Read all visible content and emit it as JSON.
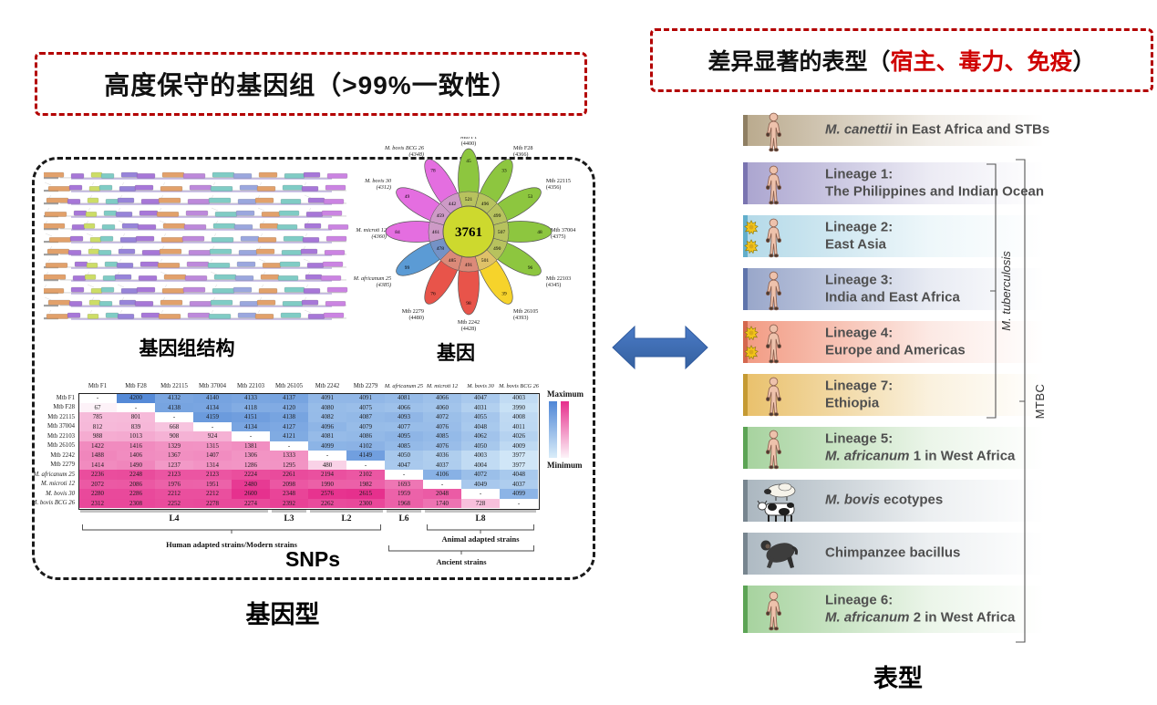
{
  "slide": {
    "left_box_title": "高度保守的基因组（>99%一致性）",
    "right_box_title_prefix": "差异显著的表型（",
    "right_box_title_red": "宿主、毒力、免疫",
    "right_box_title_suffix": "）",
    "genome_structure_label": "基因组结构",
    "gene_label": "基因",
    "snps_label": "SNPs",
    "genotype_label": "基因型",
    "phenotype_label": "表型",
    "accent_red": "#cf0000",
    "arrow_blue": "#3e6db5"
  },
  "flower": {
    "center_value": "3761",
    "petals": [
      {
        "name": "Mtb F1",
        "total": "(4400)",
        "unique": "45",
        "core": "521",
        "petal_color": "#8dc63f",
        "ring_color": "#b7c25e"
      },
      {
        "name": "Mtb F28",
        "total": "(4366)",
        "unique": "33",
        "core": "496",
        "petal_color": "#8dc63f",
        "ring_color": "#b7c25e"
      },
      {
        "name": "Mtb 22115",
        "total": "(4356)",
        "unique": "53",
        "core": "499",
        "petal_color": "#8dc63f",
        "ring_color": "#b7c25e"
      },
      {
        "name": "Mtb 37004",
        "total": "(4375)",
        "unique": "48",
        "core": "507",
        "petal_color": "#8dc63f",
        "ring_color": "#b7c25e"
      },
      {
        "name": "Mtb 22103",
        "total": "(4345)",
        "unique": "96",
        "core": "490",
        "petal_color": "#8dc63f",
        "ring_color": "#b7c25e"
      },
      {
        "name": "Mtb 26105",
        "total": "(4393)",
        "unique": "39",
        "core": "501",
        "petal_color": "#f6d32b",
        "ring_color": "#dfc169"
      },
      {
        "name": "Mtb 2242",
        "total": "(4428)",
        "unique": "98",
        "core": "491",
        "petal_color": "#e8544a",
        "ring_color": "#db8a79"
      },
      {
        "name": "Mtb 2279",
        "total": "(4480)",
        "unique": "76",
        "core": "485",
        "petal_color": "#e8544a",
        "ring_color": "#db8a79"
      },
      {
        "name": "M. africanum 25",
        "total": "(4385)",
        "unique": "99",
        "core": "478",
        "petal_color": "#5b9bd5",
        "ring_color": "#7492c6"
      },
      {
        "name": "M. microti 12",
        "total": "(4360)",
        "unique": "84",
        "core": "461",
        "petal_color": "#e46ee0",
        "ring_color": "#cd9ac6"
      },
      {
        "name": "M. bovis 30",
        "total": "(4312)",
        "unique": "49",
        "core": "459",
        "petal_color": "#e46ee0",
        "ring_color": "#cd9ac6"
      },
      {
        "name": "M. bovis BCG 26",
        "total": "(4348)",
        "unique": "78",
        "core": "442",
        "petal_color": "#e46ee0",
        "ring_color": "#cd9ac6"
      }
    ]
  },
  "snp_table": {
    "strains": [
      "Mtb F1",
      "Mtb F28",
      "Mtb 22115",
      "Mtb 37004",
      "Mtb 22103",
      "Mtb 26105",
      "Mtb 2242",
      "Mtb 2279",
      "M. africanum 25",
      "M. microti 12",
      "M. bovis 30",
      "M. bovis BCG 26"
    ],
    "matrix": [
      [
        null,
        4200,
        4132,
        4140,
        4133,
        4137,
        4091,
        4091,
        4081,
        4066,
        4047,
        4003
      ],
      [
        67,
        null,
        4138,
        4134,
        4118,
        4120,
        4080,
        4075,
        4066,
        4060,
        4031,
        3990
      ],
      [
        785,
        801,
        null,
        4159,
        4151,
        4138,
        4082,
        4087,
        4093,
        4072,
        4055,
        4008
      ],
      [
        812,
        839,
        668,
        null,
        4134,
        4127,
        4096,
        4079,
        4077,
        4076,
        4048,
        4011
      ],
      [
        988,
        1013,
        908,
        924,
        null,
        4121,
        4081,
        4086,
        4095,
        4085,
        4062,
        4026
      ],
      [
        1422,
        1416,
        1329,
        1315,
        1381,
        null,
        4099,
        4102,
        4085,
        4076,
        4050,
        4009
      ],
      [
        1488,
        1406,
        1367,
        1407,
        1306,
        1333,
        null,
        4149,
        4050,
        4036,
        4003,
        3977
      ],
      [
        1414,
        1490,
        1237,
        1314,
        1286,
        1295,
        480,
        null,
        4047,
        4037,
        4004,
        3977
      ],
      [
        2236,
        2248,
        2123,
        2123,
        2224,
        2261,
        2194,
        2102,
        null,
        4106,
        4072,
        4048
      ],
      [
        2072,
        2086,
        1976,
        1951,
        2480,
        2098,
        1990,
        1982,
        1693,
        null,
        4049,
        4037
      ],
      [
        2280,
        2286,
        2212,
        2212,
        2600,
        2348,
        2576,
        2615,
        1959,
        2048,
        null,
        4099
      ],
      [
        2312,
        2308,
        2252,
        2278,
        2274,
        2392,
        2262,
        2300,
        1968,
        1740,
        728,
        null
      ]
    ],
    "diagonal_symbol": "-",
    "legend_max": "Maximum",
    "legend_min": "Minimum",
    "groups": [
      {
        "label": "L4",
        "from": 0,
        "to": 4
      },
      {
        "label": "L3",
        "from": 5,
        "to": 5
      },
      {
        "label": "L2",
        "from": 6,
        "to": 7
      },
      {
        "label": "L6",
        "from": 8,
        "to": 8
      },
      {
        "label": "L8",
        "from": 9,
        "to": 11
      }
    ],
    "braces": [
      {
        "label": "Human adapted strains/Modern strains",
        "from": 0,
        "to": 7,
        "level": 1
      },
      {
        "label": "Animal adapted strains",
        "from": 9,
        "to": 11,
        "level": 1
      },
      {
        "label": "Ancient strains",
        "from": 8,
        "to": 11,
        "level": 2
      }
    ],
    "blue_scale": {
      "min": 3960,
      "max": 4210,
      "light": "#d9edf9",
      "dark": "#4f86d6"
    },
    "pink_scale": {
      "min": 40,
      "max": 2640,
      "light": "#fdf4f9",
      "dark": "#e62e8c"
    }
  },
  "lineages": {
    "bracket_inner_label": "M. tuberculosis",
    "bracket_outer_label": "MTBC",
    "rows": [
      {
        "icon": "human",
        "bursts": false,
        "strip": "#8f7f63",
        "fill": "#b9a98c",
        "lines": [
          [
            {
              "t": "M. canettii",
              "i": true
            },
            {
              "t": " in East Africa and STBs"
            }
          ]
        ]
      },
      {
        "icon": "human",
        "bursts": false,
        "strip": "#7a74b0",
        "fill": "#aaa4cf",
        "lines": [
          [
            {
              "t": "Lineage 1:"
            }
          ],
          [
            {
              "t": "The Philippines and Indian Ocean"
            }
          ]
        ]
      },
      {
        "icon": "human",
        "bursts": true,
        "strip": "#62aecb",
        "fill": "#b3d9e8",
        "lines": [
          [
            {
              "t": "Lineage 2:"
            }
          ],
          [
            {
              "t": "East Asia"
            }
          ]
        ]
      },
      {
        "icon": "human",
        "bursts": false,
        "strip": "#5f74ab",
        "fill": "#97a5c9",
        "lines": [
          [
            {
              "t": "Lineage 3:"
            }
          ],
          [
            {
              "t": "India and East Africa"
            }
          ]
        ]
      },
      {
        "icon": "human",
        "bursts": true,
        "strip": "#d4674e",
        "fill": "#f29a82",
        "lines": [
          [
            {
              "t": "Lineage 4:"
            }
          ],
          [
            {
              "t": "Europe and Americas"
            }
          ]
        ]
      },
      {
        "icon": "human",
        "bursts": false,
        "strip": "#c59a33",
        "fill": "#e9c06a",
        "lines": [
          [
            {
              "t": "Lineage 7:"
            }
          ],
          [
            {
              "t": "Ethiopia"
            }
          ]
        ]
      },
      {
        "icon": "human",
        "bursts": false,
        "strip": "#5ca455",
        "fill": "#a5d29d",
        "lines": [
          [
            {
              "t": "Lineage 5:"
            }
          ],
          [
            {
              "t": "M. africanum",
              "i": true
            },
            {
              "t": " 1 in West Africa"
            }
          ]
        ]
      },
      {
        "icon": "sheep-cow",
        "bursts": false,
        "strip": "#77858f",
        "fill": "#aab6bf",
        "lines": [
          [
            {
              "t": "M. bovis",
              "i": true
            },
            {
              "t": " ecotypes"
            }
          ]
        ]
      },
      {
        "icon": "chimpanzee",
        "bursts": false,
        "strip": "#77858f",
        "fill": "#adb9c2",
        "lines": [
          [
            {
              "t": "Chimpanzee bacillus"
            }
          ]
        ]
      },
      {
        "icon": "human",
        "bursts": false,
        "strip": "#5ca455",
        "fill": "#a5d29d",
        "lines": [
          [
            {
              "t": "Lineage 6:"
            }
          ],
          [
            {
              "t": "M. africanum",
              "i": true
            },
            {
              "t": " 2 in West Africa"
            }
          ]
        ]
      }
    ]
  }
}
